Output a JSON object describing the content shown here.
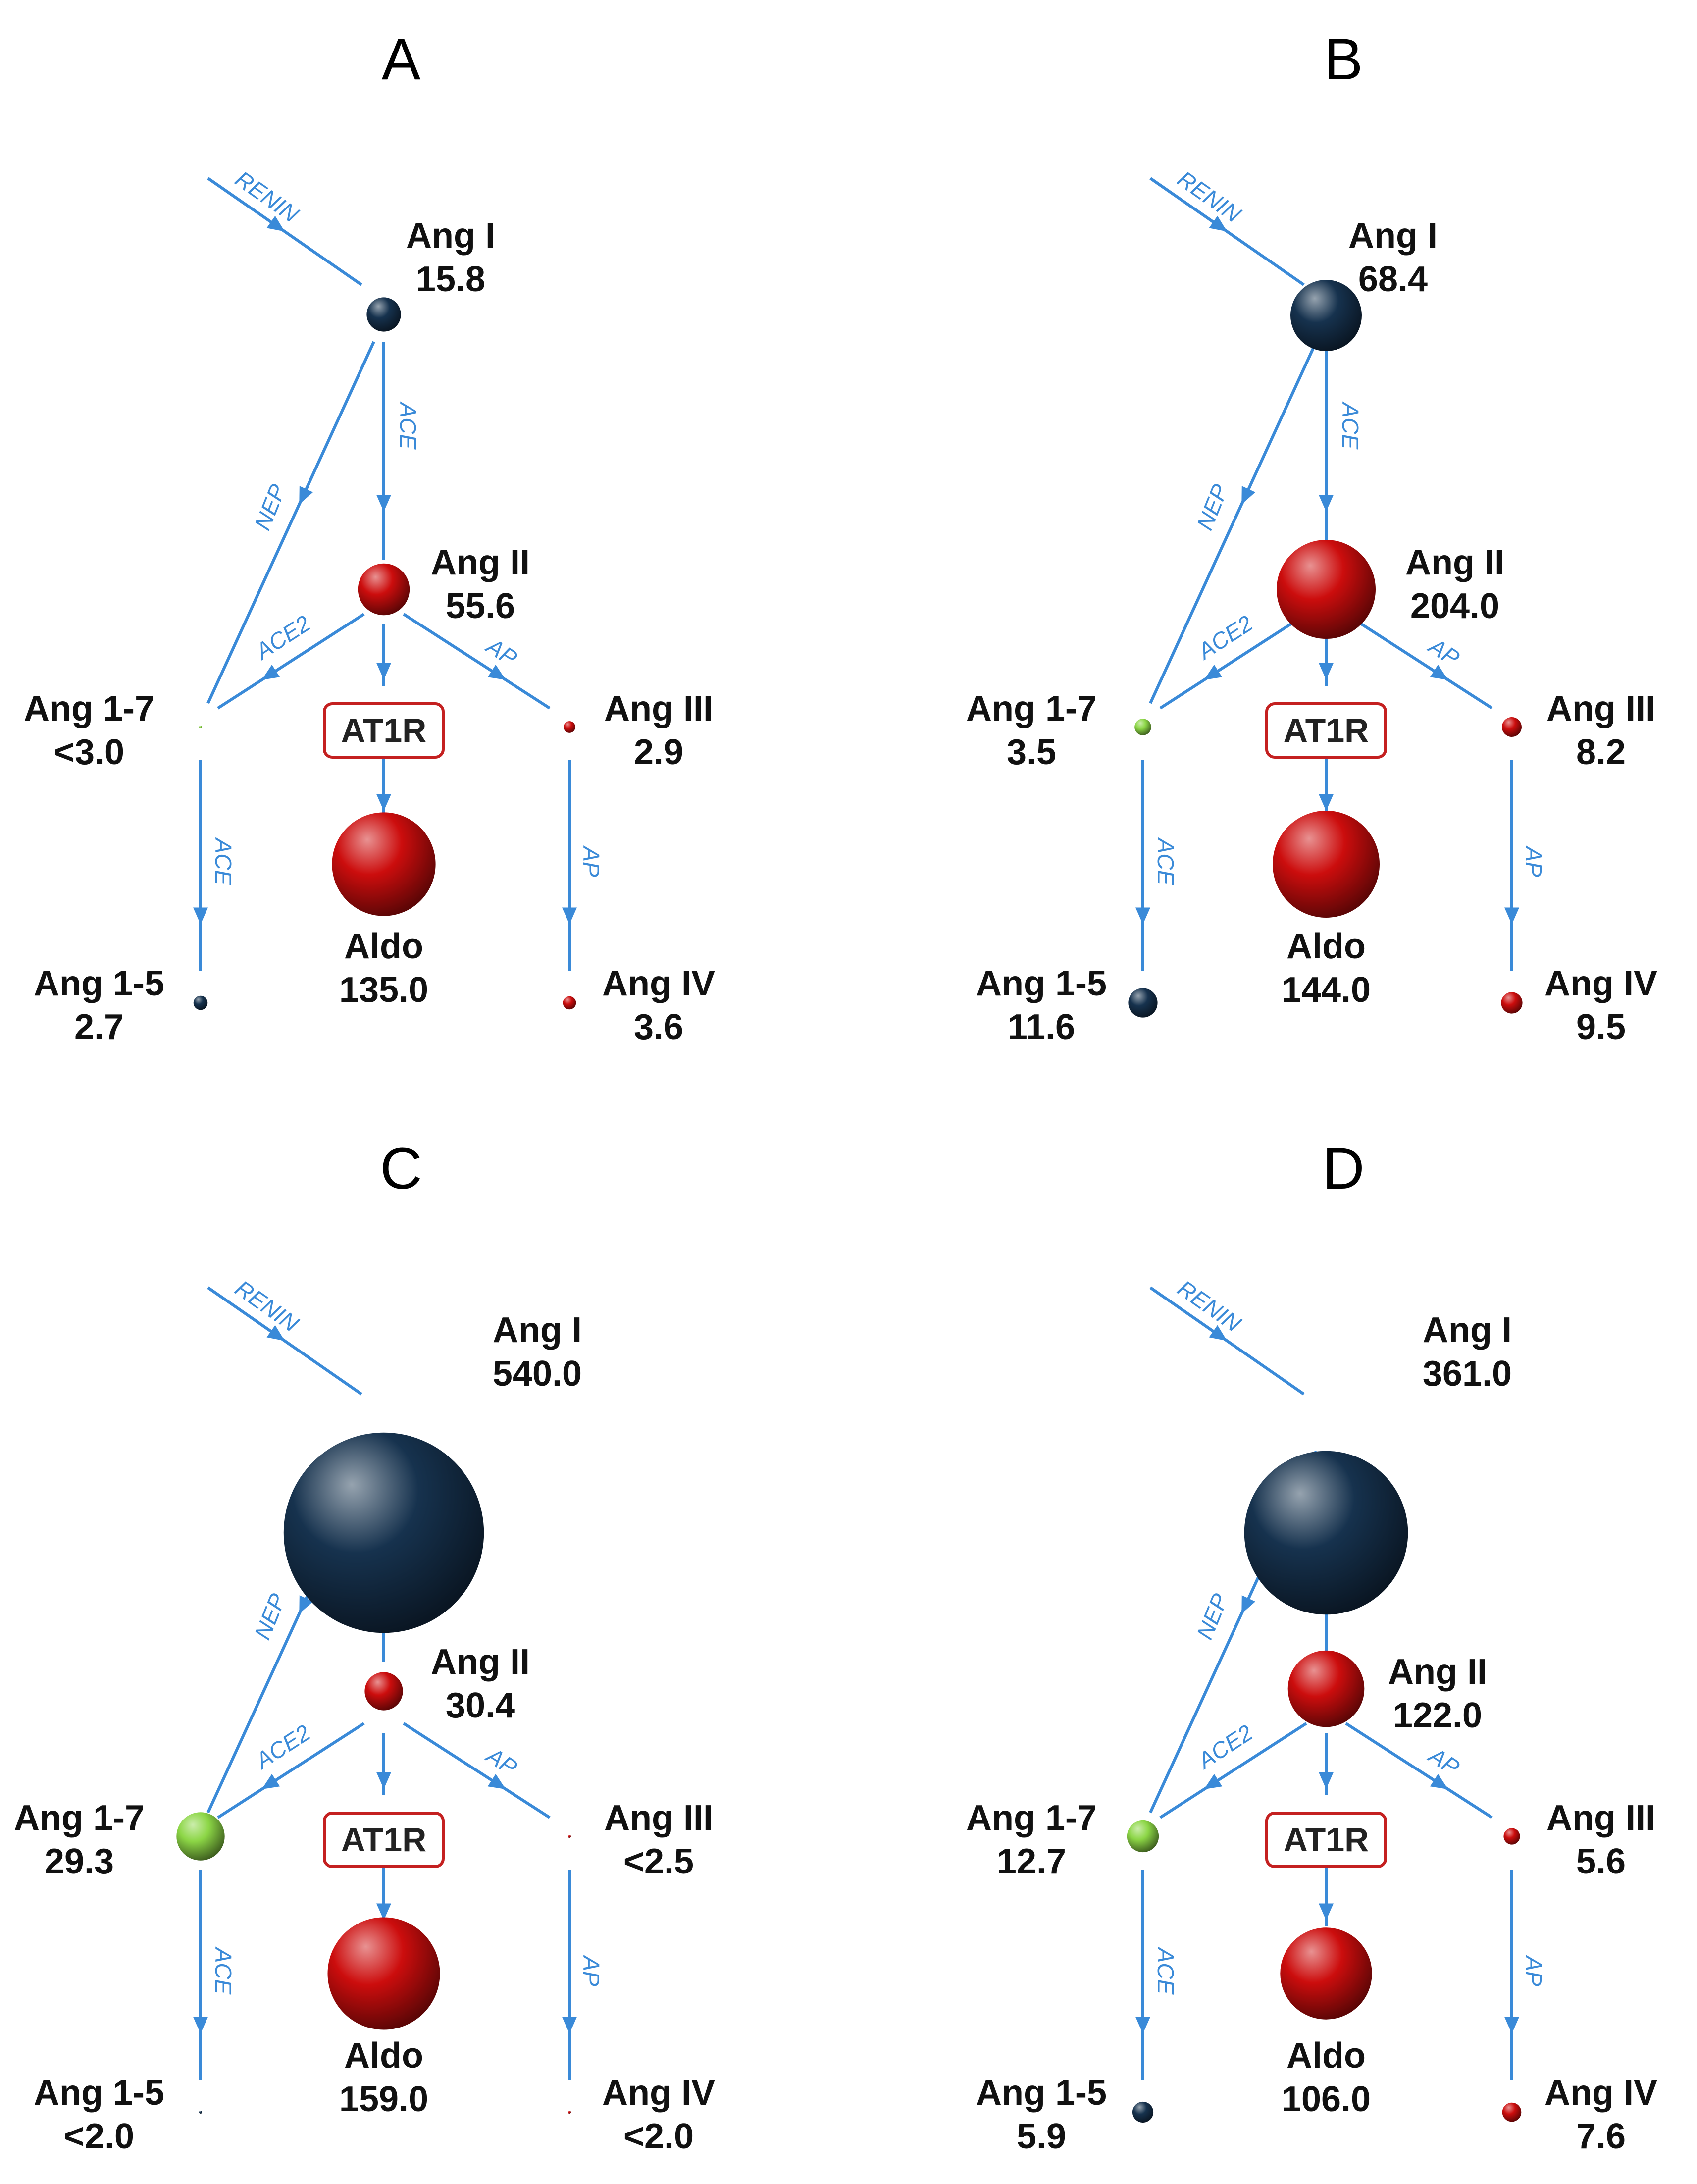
{
  "node_names": {
    "ang1": "Ang I",
    "ang2": "Ang II",
    "ang17": "Ang 1-7",
    "ang3": "Ang III",
    "ang15": "Ang 1-5",
    "ang4": "Ang IV",
    "aldo": "Aldo"
  },
  "receptor": "AT1R",
  "enzymes": {
    "renin": "RENIN",
    "ace": "ACE",
    "nep": "NEP",
    "ace2": "ACE2",
    "ap": "AP"
  },
  "colors": {
    "edge": "#3a8ad8",
    "ang_i_family": "#16324e",
    "ang_ii_family": "#cc0d0d",
    "ang_1_7": "#8cd646",
    "receptor_border": "#c42020"
  },
  "panels": [
    {
      "letter": "A",
      "ang1": "15.8",
      "ang2": "55.6",
      "ang17": "<3.0",
      "ang3": "2.9",
      "ang15": "2.7",
      "ang4": "3.6",
      "aldo": "135.0"
    },
    {
      "letter": "B",
      "ang1": "68.4",
      "ang2": "204.0",
      "ang17": "3.5",
      "ang3": "8.2",
      "ang15": "11.6",
      "ang4": "9.5",
      "aldo": "144.0"
    },
    {
      "letter": "C",
      "ang1": "540.0",
      "ang2": "30.4",
      "ang17": "29.3",
      "ang3": "<2.5",
      "ang15": "<2.0",
      "ang4": "<2.0",
      "aldo": "159.0"
    },
    {
      "letter": "D",
      "ang1": "361.0",
      "ang2": "122.0",
      "ang17": "12.7",
      "ang3": "5.6",
      "ang15": "5.9",
      "ang4": "7.6",
      "aldo": "106.0"
    }
  ]
}
